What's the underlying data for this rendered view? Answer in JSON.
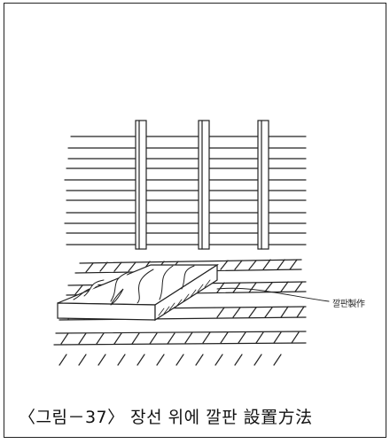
{
  "figure": {
    "callout_label": "깔판製作",
    "caption": "〈그림－37〉 장선 위에 깔판 設置方法"
  },
  "colors": {
    "ink": "#222222",
    "paper": "#ffffff"
  },
  "icons": [
    "wall-studs-drawing",
    "floor-joists-drawing",
    "floor-board-drawing",
    "leader-arrow"
  ]
}
